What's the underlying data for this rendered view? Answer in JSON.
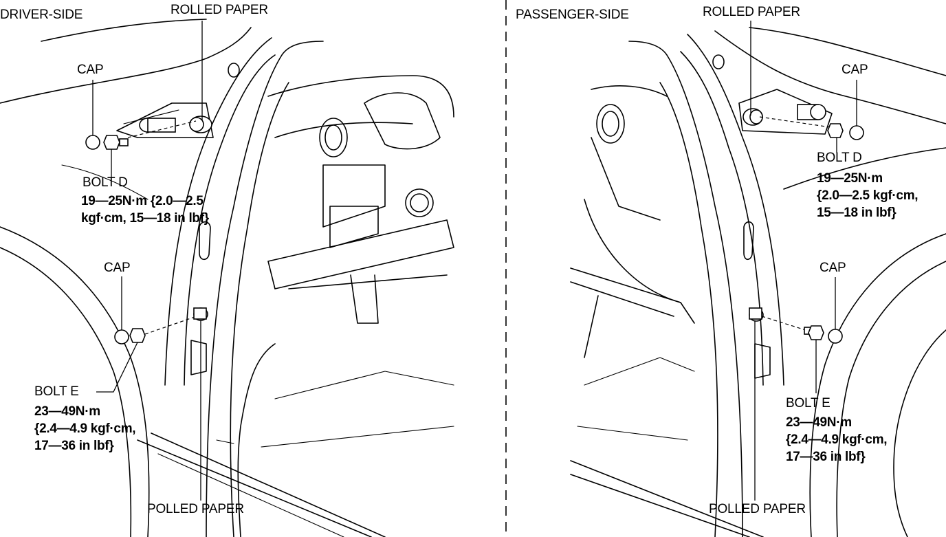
{
  "driver": {
    "title": "DRIVER-SIDE",
    "rolled_paper": "ROLLED PAPER",
    "cap_upper": "CAP",
    "bolt_d": "BOLT D",
    "bolt_d_spec": [
      "19—25N·m {2.0—2.5",
      "kgf·cm, 15—18 in lbf}"
    ],
    "cap_lower": "CAP",
    "bolt_e": "BOLT E",
    "bolt_e_spec": [
      "23—49N·m",
      "{2.4—4.9 kgf·cm,",
      "17—36 in lbf}"
    ],
    "polled_paper": "POLLED PAPER"
  },
  "passenger": {
    "title": "PASSENGER-SIDE",
    "rolled_paper": "ROLLED PAPER",
    "cap_upper": "CAP",
    "bolt_d": "BOLT D",
    "bolt_d_spec": [
      "19—25N·m",
      "{2.0—2.5 kgf·cm,",
      "15—18 in lbf}"
    ],
    "cap_lower": "CAP",
    "bolt_e": "BOLT E",
    "bolt_e_spec": [
      "23—49N·m",
      "{2.4—4.9 kgf·cm,",
      "17—36 in lbf}"
    ],
    "polled_paper": "POLLED PAPER"
  }
}
